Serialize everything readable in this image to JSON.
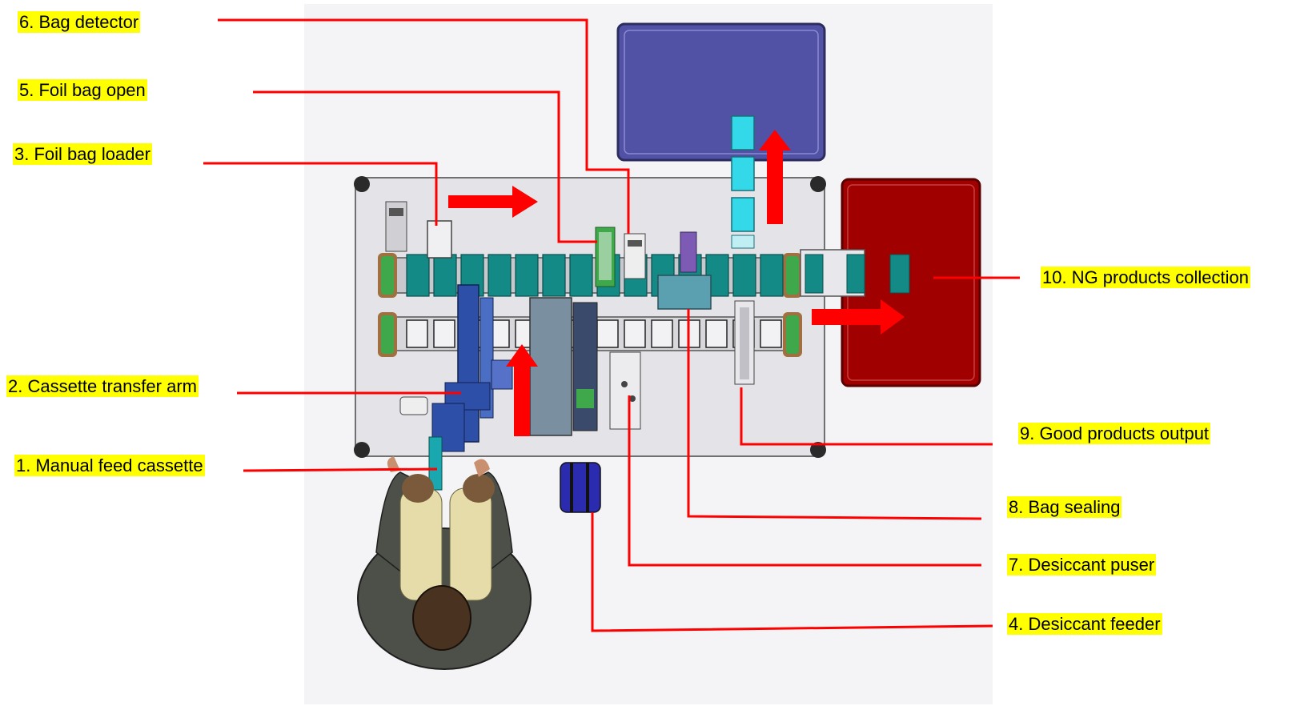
{
  "callouts": [
    {
      "id": "bag-detector",
      "text": "6. Bag detector"
    },
    {
      "id": "foil-bag-open",
      "text": "5. Foil bag open"
    },
    {
      "id": "foil-bag-loader",
      "text": "3. Foil bag loader"
    },
    {
      "id": "cassette-transfer-arm",
      "text": "2. Cassette transfer arm"
    },
    {
      "id": "manual-feed-cassette",
      "text": "1. Manual feed cassette"
    },
    {
      "id": "ng-products-collection",
      "text": "10. NG products collection"
    },
    {
      "id": "good-products-output",
      "text": "9. Good products output"
    },
    {
      "id": "bag-sealing",
      "text": "8. Bag sealing"
    },
    {
      "id": "desiccant-puser",
      "text": "7. Desiccant puser"
    },
    {
      "id": "desiccant-feeder",
      "text": "4. Desiccant feeder"
    }
  ],
  "colors": {
    "leader_line": "#ff0000",
    "label_highlight": "#ffff00",
    "good_bin": "#5151a6",
    "ng_bin": "#a00000",
    "conveyor_slot": "#148a86",
    "base_plate": "#e4e4e8"
  }
}
